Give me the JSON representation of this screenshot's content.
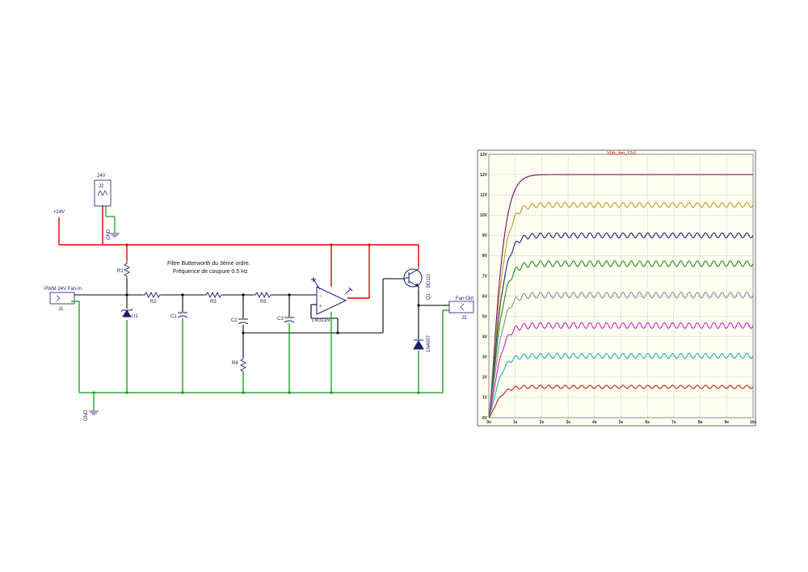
{
  "schematic": {
    "title_line1": "Filtre Butterworth du 3ème ordre.",
    "title_line2": "Fréquence de coupure 0.5 Hz",
    "supply_label": "+24V",
    "connector_j2_top": "24V",
    "connector_j2": "J2",
    "gnd_label": "GND",
    "input_label": "PWM 24V Fan-In",
    "connector_j1": "J1",
    "output_label": "Fan-Out",
    "connector_j3": "J3",
    "r1": "R1",
    "r2": "R2",
    "r3": "R3",
    "r4": "R4",
    "r5": "R5",
    "c1": "C1",
    "c2": "C2",
    "c3": "C3",
    "u1": "U1",
    "opamp": "LM311N",
    "transistor_ref": "Q1",
    "transistor_part": "BD111",
    "diode_part": "1N4007"
  },
  "colors": {
    "supply_wire": "#e00000",
    "ground_wire": "#119911",
    "signal_wire": "#000000",
    "component": "#1a1a6e",
    "chart_bg": "#fffff2",
    "chart_grid": "#9aa0b8"
  },
  "chart_data": {
    "type": "line",
    "title": "V(dc_fan_12v)",
    "xlabel": "",
    "ylabel": "",
    "xlim": [
      0,
      10
    ],
    "ylim": [
      0,
      13
    ],
    "x_ticks": [
      "0s",
      "1s",
      "2s",
      "3s",
      "4s",
      "5s",
      "6s",
      "7s",
      "8s",
      "9s",
      "10s"
    ],
    "y_ticks": [
      "0V",
      "1V",
      "2V",
      "3V",
      "4V",
      "5V",
      "6V",
      "7V",
      "8V",
      "9V",
      "10V",
      "11V",
      "12V",
      "13V"
    ],
    "grid": true,
    "series": [
      {
        "color": "#7a0a6a",
        "final": 12.0,
        "ripple": 0.0
      },
      {
        "color": "#b8a020",
        "final": 10.5,
        "ripple": 0.12
      },
      {
        "color": "#1a237e",
        "final": 9.0,
        "ripple": 0.12
      },
      {
        "color": "#1e8c1e",
        "final": 7.6,
        "ripple": 0.14
      },
      {
        "color": "#8c8c8c",
        "final": 6.05,
        "ripple": 0.14
      },
      {
        "color": "#d020c8",
        "final": 4.55,
        "ripple": 0.14
      },
      {
        "color": "#20b0b0",
        "final": 3.05,
        "ripple": 0.12
      },
      {
        "color": "#b81e1e",
        "final": 1.52,
        "ripple": 0.08
      }
    ]
  }
}
